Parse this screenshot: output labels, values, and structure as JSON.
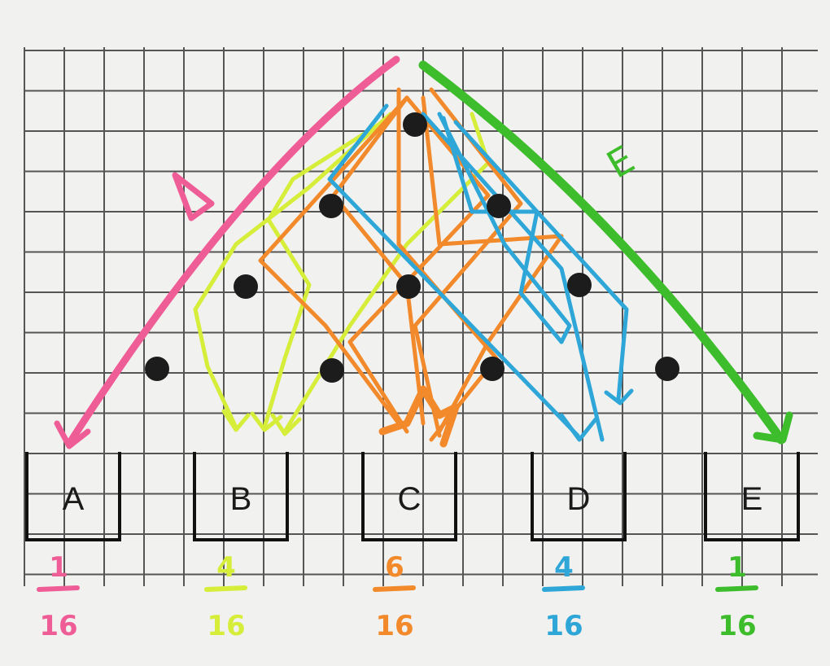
{
  "bins": [
    {
      "label": "A",
      "numerator": "1",
      "denominator": "16",
      "color": "#ef5d96"
    },
    {
      "label": "B",
      "numerator": "4",
      "denominator": "16",
      "color": "#d6ee3a"
    },
    {
      "label": "C",
      "numerator": "6",
      "denominator": "16",
      "color": "#f2892a"
    },
    {
      "label": "D",
      "numerator": "4",
      "denominator": "16",
      "color": "#2ea7d8"
    },
    {
      "label": "E",
      "numerator": "1",
      "denominator": "16",
      "color": "#3dbd2b"
    }
  ],
  "path_label_e": "E",
  "colors": {
    "paper": "#f1f1ef",
    "grid": "#555555",
    "peg": "#1c1c1c",
    "pink": "#ef5d96",
    "yellow": "#d6ee3a",
    "orange": "#f2892a",
    "blue": "#2ea7d8",
    "green": "#3dbd2b"
  }
}
